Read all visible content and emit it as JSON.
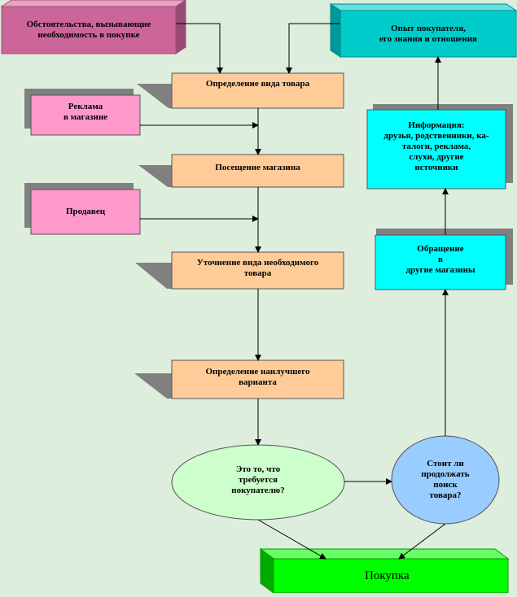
{
  "colors": {
    "background": "#ddeedd",
    "process_box": "#ffcc99",
    "info_box": "#00ffff",
    "ad_box": "#ff99cc",
    "header_left_box": "#cc6699",
    "header_right_box": "#00cccc",
    "decision_green": "#ccffcc",
    "decision_blue": "#99ccff",
    "result_box": "#00ff00",
    "shadow": "#808080"
  },
  "nodes": {
    "circumstances": "Обстоятельства, вызывающие\nнеобходимость в покупке",
    "experience": "Опыт покупателя,\nего знания и отношения",
    "define_product": "Определение вида товара",
    "advertising": "Реклама\nв магазине",
    "store_visit": "Посещение магазина",
    "salesperson": "Продавец",
    "refine_product": "Уточнение вида необходимого\nтовара",
    "best_option": "Определение наилучшего\nварианта",
    "is_it_needed": "Это то, что\nтребуется\nпокупателю?",
    "continue_search": "Стоит ли\nпродолжать\nпоиск\nтовара?",
    "purchase": "Покупка",
    "other_stores": "Обращение\nв\nдругие магазины",
    "information": "Информация:\nдрузья, родственники, ка-\nталоги, реклама,\nслухи, другие\nисточники"
  }
}
